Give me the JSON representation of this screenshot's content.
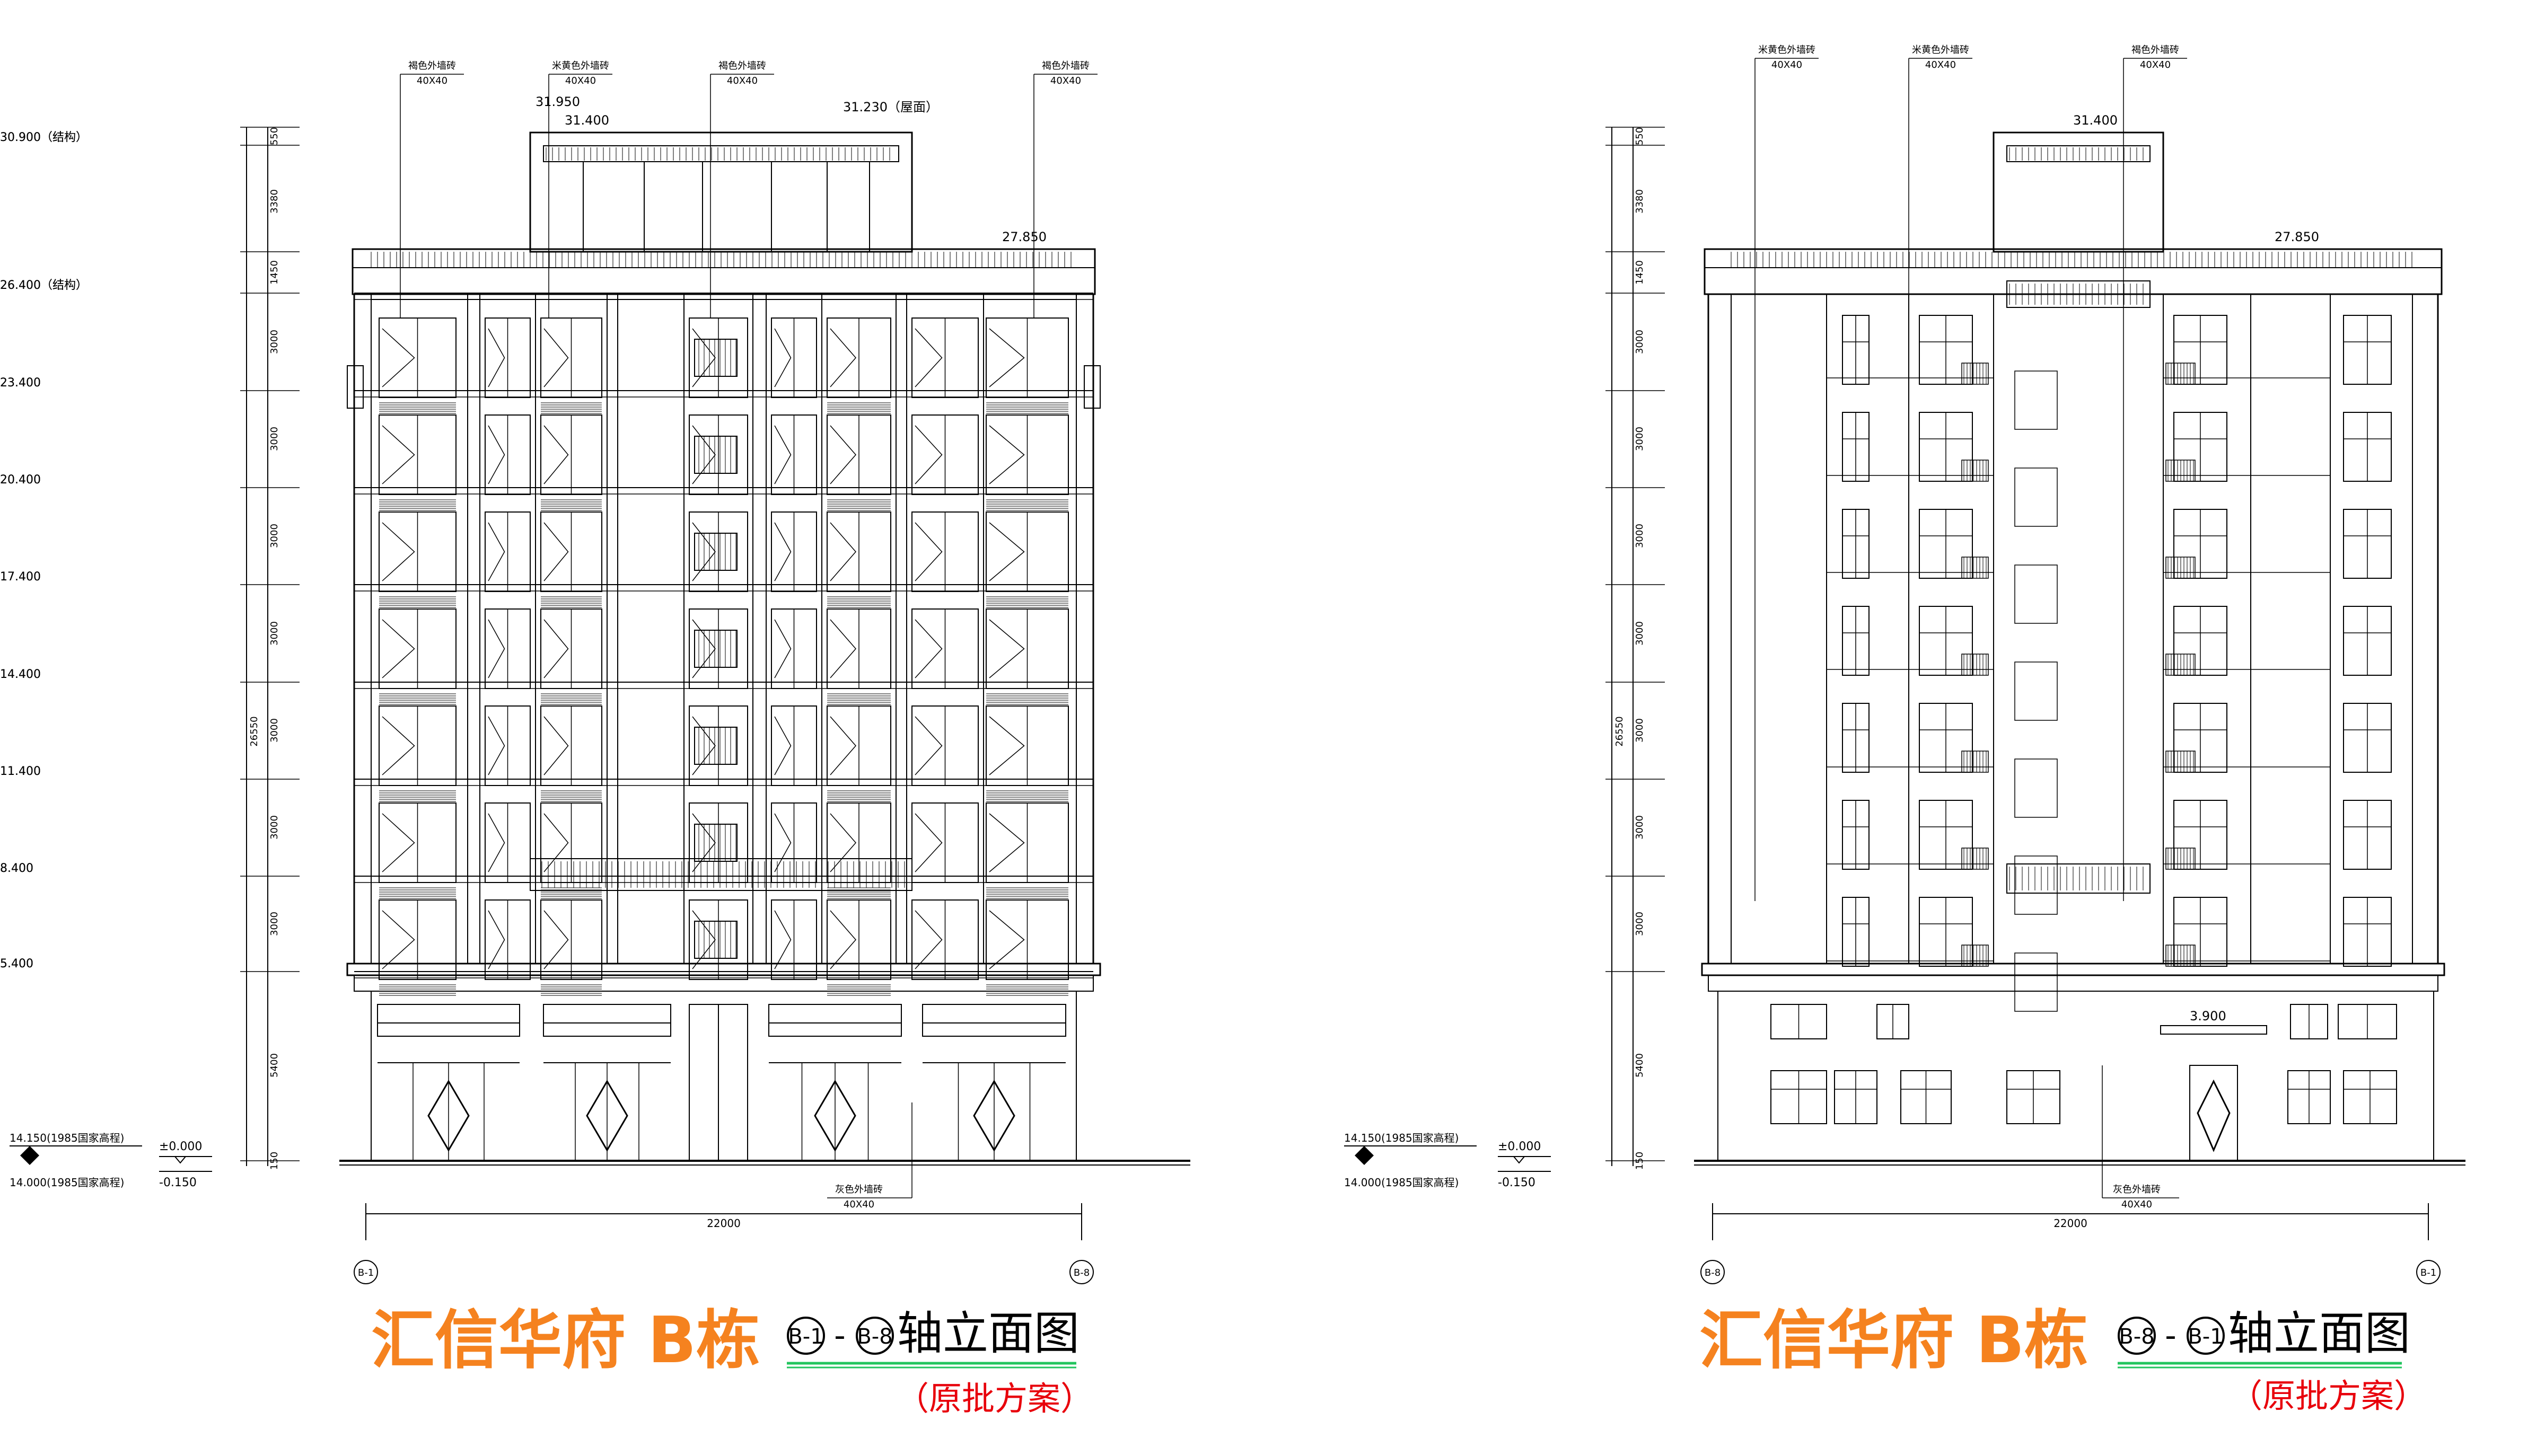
{
  "colors": {
    "line": "#000000",
    "title": "#f5821f",
    "subtitle": "#e8000b",
    "underline": "#22c55e",
    "grid": "#555555"
  },
  "left": {
    "title_main": "汇信华府 B栋",
    "axis_from": "B-1",
    "axis_to": "B-8",
    "dash": "-",
    "title_tail": "轴立面图",
    "subtitle": "（原批方案）",
    "overall_width": "22000",
    "total_height": "26550",
    "ground_datum_1": "14.150(1985国家高程)",
    "ground_datum_2": "14.000(1985国家高程)",
    "zero_level": "±0.000",
    "outside_level": "-0.150",
    "material_notes": [
      "褐色外墙砖",
      "米黄色外墙砖",
      "褐色外墙砖",
      "褐色外墙砖"
    ],
    "material_sizes": [
      "40X40",
      "40X40",
      "40X40",
      "40X40"
    ],
    "base_note": "灰色外墙砖",
    "base_note_size": "40X40",
    "roof_levels": [
      "31.950",
      "31.400",
      "31.230（屋面）",
      "27.850"
    ]
  },
  "right": {
    "title_main": "汇信华府 B栋",
    "axis_from": "B-8",
    "axis_to": "B-1",
    "dash": "-",
    "title_tail": "轴立面图",
    "subtitle": "（原批方案）",
    "overall_width": "22000",
    "total_height": "26550",
    "ground_datum_1": "14.150(1985国家高程)",
    "ground_datum_2": "14.000(1985国家高程)",
    "zero_level": "±0.000",
    "outside_level": "-0.150",
    "material_notes": [
      "米黄色外墙砖",
      "米黄色外墙砖",
      "褐色外墙砖"
    ],
    "material_sizes": [
      "40X40",
      "40X40",
      "40X40"
    ],
    "base_note": "灰色外墙砖",
    "base_note_size": "40X40",
    "roof_levels": [
      "31.400",
      "27.850"
    ],
    "door_level": "3.900"
  },
  "levels": [
    "30.900（结构）",
    "26.400（结构）",
    "23.400",
    "20.400",
    "17.400",
    "14.400",
    "11.400",
    "8.400",
    "5.400"
  ],
  "dims": [
    "550",
    "3380",
    "1450",
    "3000",
    "3000",
    "3000",
    "3000",
    "3000",
    "3000",
    "3000",
    "5400",
    "150"
  ]
}
